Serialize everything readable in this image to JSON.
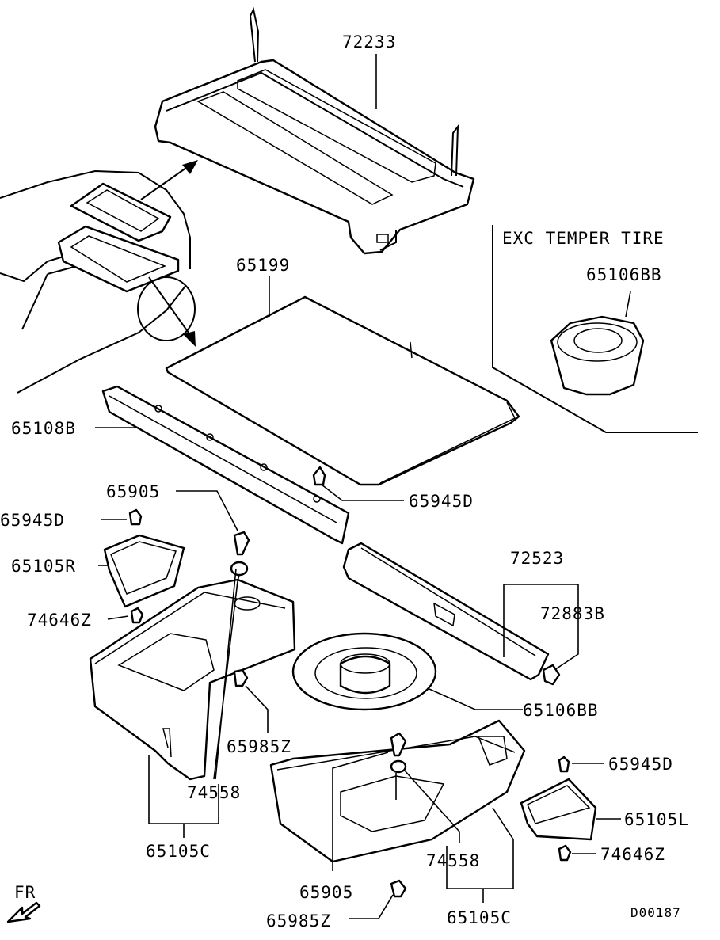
{
  "diagram_id": "D00187",
  "direction_label": "FR",
  "section_label": "EXC TEMPER TIRE",
  "part_numbers": {
    "shelf": "72233",
    "floor_board": "65199",
    "tire_cover": "65106BB",
    "side_trim": "65108B",
    "clip_a": "65945D",
    "screw_a": "65905",
    "box_r": "65105R",
    "clip_b": "74646Z",
    "retainer_a": "65985Z",
    "nut_a": "74558",
    "tray_left": "65105C",
    "sill_plate": "72523",
    "clip_c": "72883B",
    "spare_cover": "65106BB",
    "box_l": "65105L"
  },
  "labels": {
    "l_72233": "72233",
    "l_65199": "65199",
    "l_exc": "EXC TEMPER TIRE",
    "l_65106bb_top": "65106BB",
    "l_65108b": "65108B",
    "l_65945d_mid": "65945D",
    "l_65905_left": "65905",
    "l_65945d_left": "65945D",
    "l_65105r": "65105R",
    "l_74646z_left": "74646Z",
    "l_72523": "72523",
    "l_72883b": "72883B",
    "l_65106bb_mid": "65106BB",
    "l_65985z_left": "65985Z",
    "l_74558_left": "74558",
    "l_65105c_left": "65105C",
    "l_65945d_right": "65945D",
    "l_65105l": "65105L",
    "l_74646z_right": "74646Z",
    "l_74558_right": "74558",
    "l_65905_bottom": "65905",
    "l_65105c_right": "65105C",
    "l_65985z_bottom": "65985Z",
    "l_fr": "FR",
    "l_code": "D00187"
  }
}
